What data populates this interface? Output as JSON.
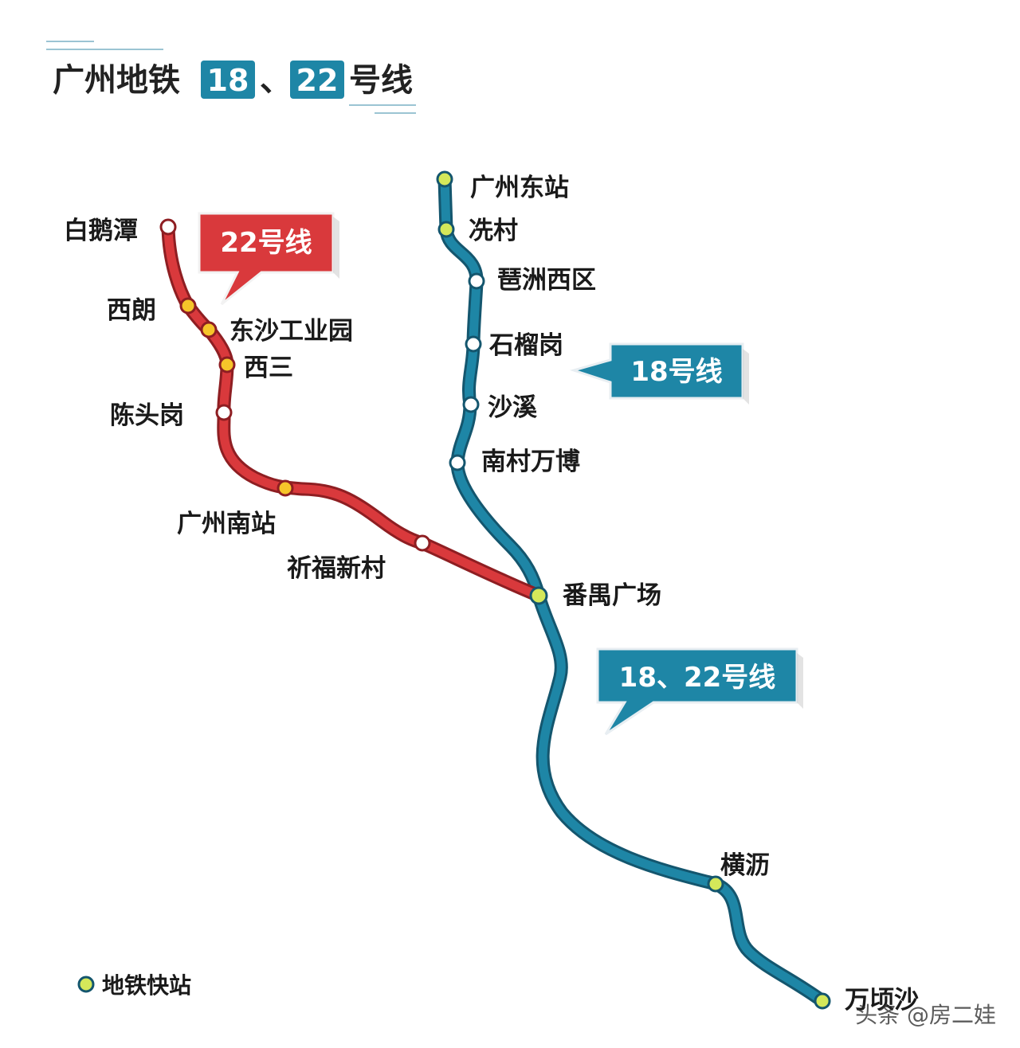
{
  "title": {
    "prefix": "广州地铁",
    "badge_a": "18",
    "separator": "、",
    "badge_b": "22",
    "suffix": "号线"
  },
  "colors": {
    "line_18": "#1e86a6",
    "line_22": "#d9393c",
    "express_station": "#d4e85a",
    "line22_express_station": "#f6c52a",
    "regular_station": "#ffffff",
    "title_badge": "#1e86a6"
  },
  "callouts": {
    "line_22": "22号线",
    "line_18": "18号线",
    "shared": "18、22号线"
  },
  "stations": {
    "guangzhou_east": "广州东站",
    "xiancun": "冼村",
    "pazhou_west": "琶洲西区",
    "shiliugang": "石榴岗",
    "shaxi": "沙溪",
    "nancun_wanbo": "南村万博",
    "panyu_square": "番禺广场",
    "hengli": "横沥",
    "wanqingsha": "万顷沙",
    "baietan": "白鹅潭",
    "xilang": "西朗",
    "dongsha_industrial_park": "东沙工业园",
    "xisan": "西三",
    "chentougang": "陈头岗",
    "guangzhou_south": "广州南站",
    "qifu_xincun": "祈福新村"
  },
  "legend": {
    "icon": "express-station-dot",
    "label": "地铁快站"
  },
  "watermark": {
    "text": "头条 @房二娃"
  }
}
